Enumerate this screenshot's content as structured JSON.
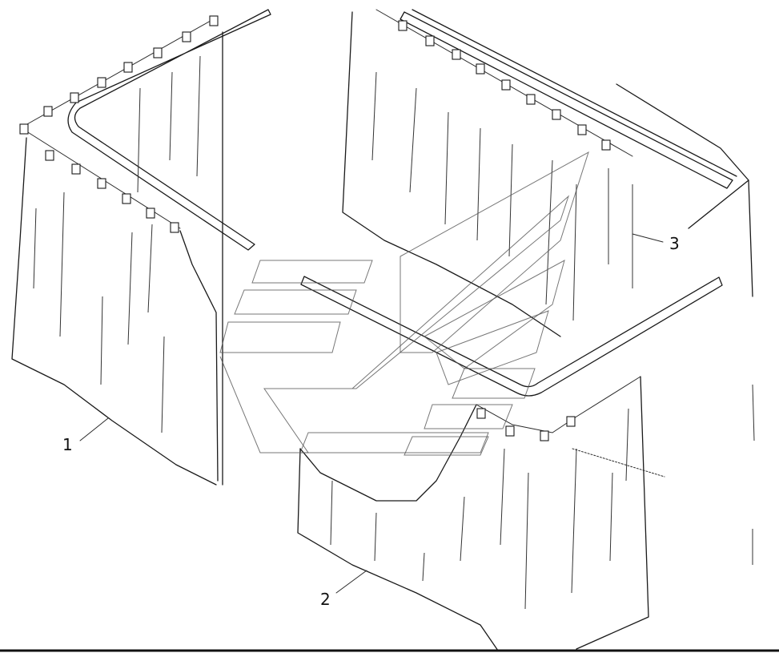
{
  "figure": {
    "callouts": [
      {
        "id": "curtain-left",
        "label": "1"
      },
      {
        "id": "curtain-front",
        "label": "2"
      },
      {
        "id": "curtain-back",
        "label": "3"
      }
    ],
    "colors": {
      "line": "#1a1a1a",
      "background": "#ffffff",
      "watermark": "#555555"
    },
    "watermark": "logo-chevron-icon"
  }
}
